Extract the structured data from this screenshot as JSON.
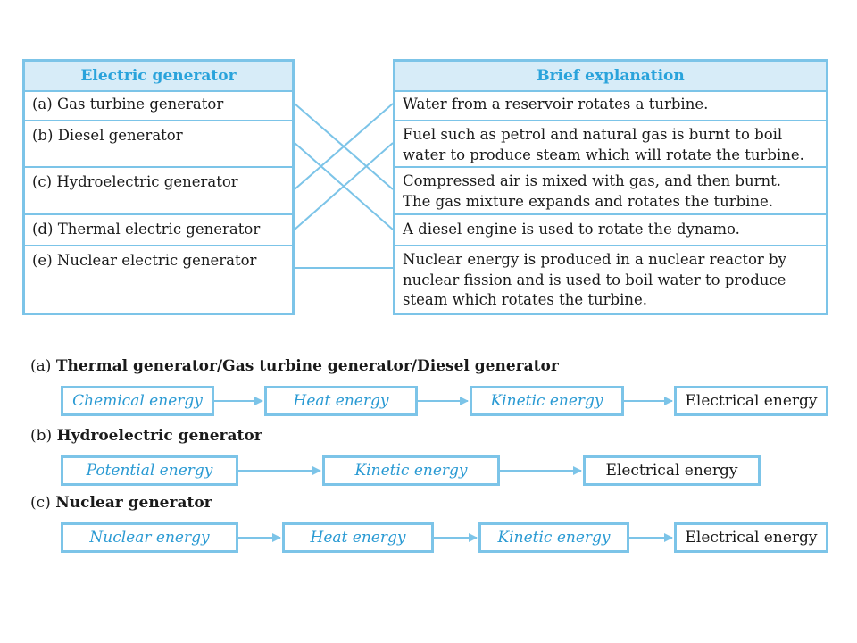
{
  "table": {
    "left_header": "Electric generator",
    "right_header": "Brief explanation",
    "generators": [
      {
        "label": "(a)",
        "name": "Gas turbine generator"
      },
      {
        "label": "(b)",
        "name": "Diesel generator"
      },
      {
        "label": "(c)",
        "name": "Hydroelectric generator"
      },
      {
        "label": "(d)",
        "name": "Thermal electric generator"
      },
      {
        "label": "(e)",
        "name": "Nuclear electric generator"
      }
    ],
    "explanations": [
      [
        "Water from a reservoir rotates a turbine."
      ],
      [
        "Fuel such as petrol and natural gas is burnt to boil",
        "water to produce steam which will rotate the turbine."
      ],
      [
        "Compressed air is mixed with gas, and then burnt.",
        "The gas mixture expands and rotates the turbine."
      ],
      [
        "A diesel engine is used to rotate the dynamo."
      ],
      [
        "Nuclear energy is produced in a nuclear reactor by",
        "nuclear fission and is used to boil water to produce",
        "steam which rotates the turbine."
      ]
    ],
    "matches": [
      [
        0,
        2
      ],
      [
        1,
        3
      ],
      [
        2,
        0
      ],
      [
        3,
        1
      ],
      [
        4,
        4
      ]
    ]
  },
  "chains": [
    {
      "label": "(a)",
      "title": "Thermal generator/Gas turbine generator/Diesel generator",
      "steps": [
        "Chemical energy",
        "Heat energy",
        "Kinetic energy",
        "Electrical energy"
      ]
    },
    {
      "label": "(b)",
      "title": "Hydroelectric generator",
      "steps": [
        "Potential energy",
        "Kinetic energy",
        "Electrical energy"
      ]
    },
    {
      "label": "(c)",
      "title": "Nuclear generator",
      "steps": [
        "Nuclear energy",
        "Heat energy",
        "Kinetic energy",
        "Electrical energy"
      ]
    }
  ],
  "colors": {
    "accent": "#7cc4e8",
    "header_fill": "#d7ecf8",
    "accent_text": "#2a9ad3"
  }
}
